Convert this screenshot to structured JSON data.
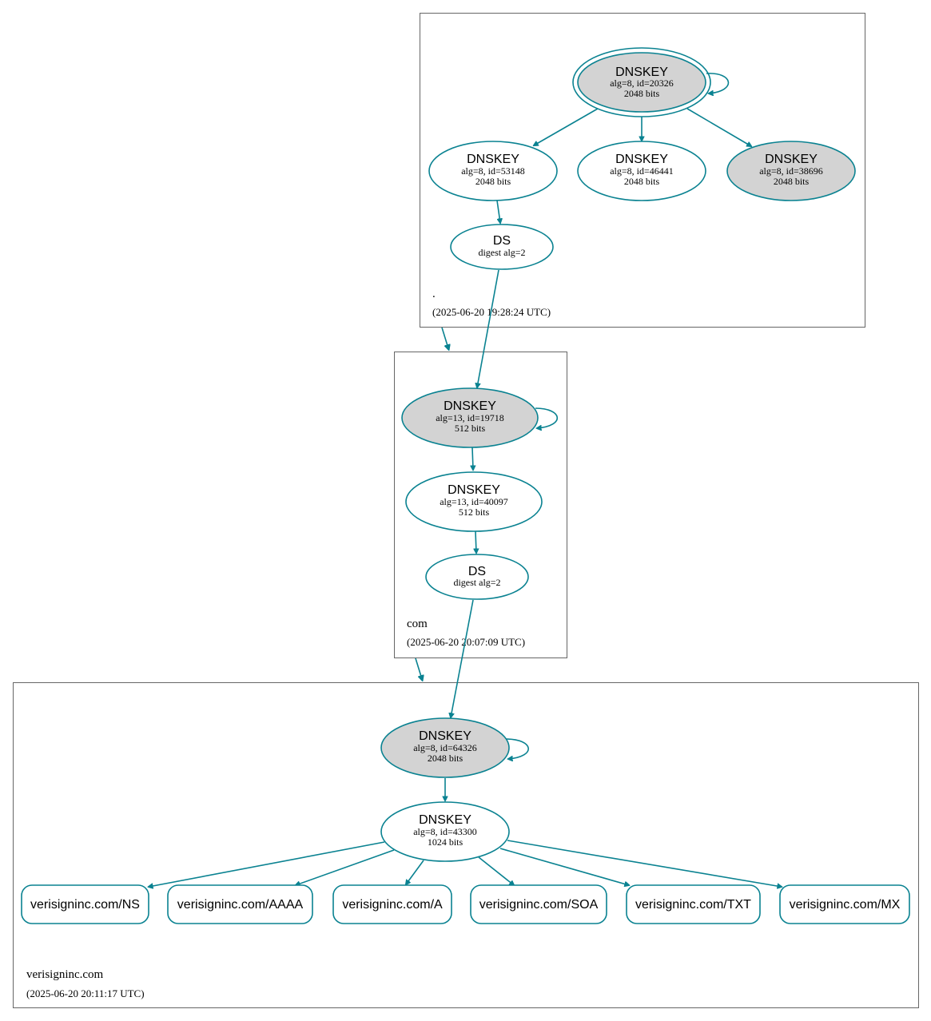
{
  "colors": {
    "edge": "#0a8291",
    "signed_fill": "#d3d3d3",
    "plain_fill": "#ffffff",
    "box": "#666666"
  },
  "zones": [
    {
      "id": "root",
      "name": ".",
      "timestamp": "(2025-06-20 19:28:24 UTC)"
    },
    {
      "id": "com",
      "name": "com",
      "timestamp": "(2025-06-20 20:07:09 UTC)"
    },
    {
      "id": "verisign",
      "name": "verisigninc.com",
      "timestamp": "(2025-06-20 20:11:17 UTC)"
    }
  ],
  "nodes": [
    {
      "id": "root_ksk",
      "title": "DNSKEY",
      "line1": "alg=8, id=20326",
      "line2": "2048 bits",
      "shaded": true,
      "double": true
    },
    {
      "id": "root_zsk1",
      "title": "DNSKEY",
      "line1": "alg=8, id=53148",
      "line2": "2048 bits",
      "shaded": false
    },
    {
      "id": "root_zsk2",
      "title": "DNSKEY",
      "line1": "alg=8, id=46441",
      "line2": "2048 bits",
      "shaded": false
    },
    {
      "id": "root_k3",
      "title": "DNSKEY",
      "line1": "alg=8, id=38696",
      "line2": "2048 bits",
      "shaded": true
    },
    {
      "id": "root_ds",
      "title": "DS",
      "line1": "digest alg=2",
      "line2": "",
      "shaded": false
    },
    {
      "id": "com_ksk",
      "title": "DNSKEY",
      "line1": "alg=13, id=19718",
      "line2": "512 bits",
      "shaded": true
    },
    {
      "id": "com_zsk",
      "title": "DNSKEY",
      "line1": "alg=13, id=40097",
      "line2": "512 bits",
      "shaded": false
    },
    {
      "id": "com_ds",
      "title": "DS",
      "line1": "digest alg=2",
      "line2": "",
      "shaded": false
    },
    {
      "id": "vs_ksk",
      "title": "DNSKEY",
      "line1": "alg=8, id=64326",
      "line2": "2048 bits",
      "shaded": true
    },
    {
      "id": "vs_zsk",
      "title": "DNSKEY",
      "line1": "alg=8, id=43300",
      "line2": "1024 bits",
      "shaded": false
    }
  ],
  "rrsets": [
    {
      "id": "rr_ns",
      "label": "verisigninc.com/NS"
    },
    {
      "id": "rr_aaaa",
      "label": "verisigninc.com/AAAA"
    },
    {
      "id": "rr_a",
      "label": "verisigninc.com/A"
    },
    {
      "id": "rr_soa",
      "label": "verisigninc.com/SOA"
    },
    {
      "id": "rr_txt",
      "label": "verisigninc.com/TXT"
    },
    {
      "id": "rr_mx",
      "label": "verisigninc.com/MX"
    }
  ]
}
